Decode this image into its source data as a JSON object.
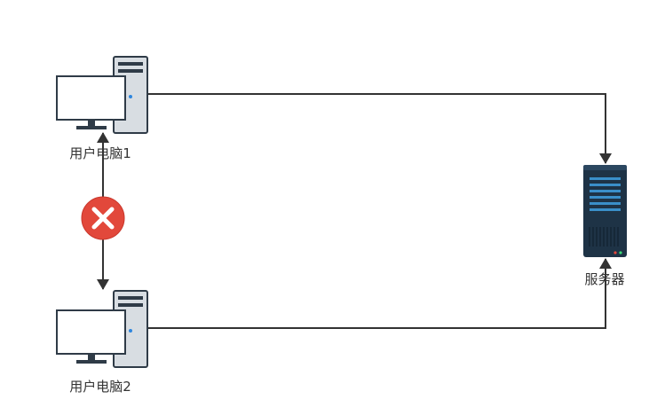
{
  "nodes": {
    "pc1": {
      "label": "用户电脑1"
    },
    "pc2": {
      "label": "用户电脑2"
    },
    "server": {
      "label": "服务器"
    }
  },
  "edges": [
    {
      "from": "pc1",
      "to": "server",
      "arrow": "to"
    },
    {
      "from": "pc2",
      "to": "server",
      "arrow": "to"
    },
    {
      "from": "pc1",
      "to": "pc2",
      "arrow": "both",
      "status": "blocked",
      "marker_icon": "error-x-icon"
    }
  ],
  "colors": {
    "line": "#333333",
    "monitor_frame": "#2f3b47",
    "tower_body": "#d8dde2",
    "server_body": "#1e3346",
    "server_stripe": "#3a8fc9",
    "error_red": "#e2483b",
    "power_led": "#2e86de"
  }
}
